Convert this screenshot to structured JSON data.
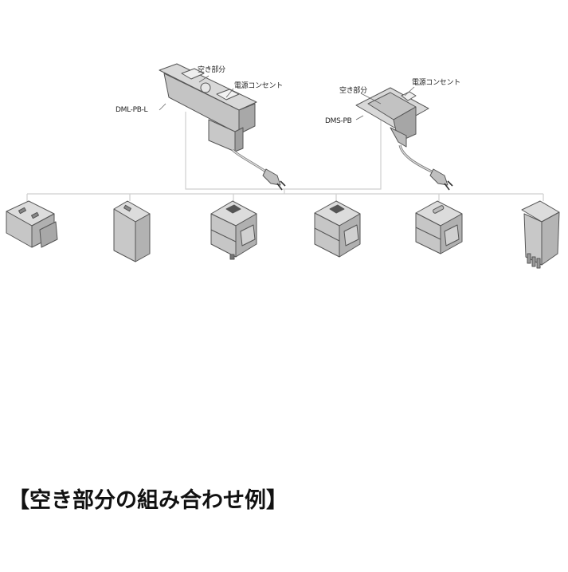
{
  "diagram": {
    "units": {
      "dml": {
        "model": "DML-PB-L",
        "label_empty": "空き部分",
        "label_outlet": "電源コンセント"
      },
      "dms": {
        "model": "DMS-PB",
        "label_empty": "空き部分",
        "label_outlet": "電源コンセント"
      }
    },
    "modules": [
      {
        "name": "module-1"
      },
      {
        "name": "module-2"
      },
      {
        "name": "module-3"
      },
      {
        "name": "module-4"
      },
      {
        "name": "module-5"
      },
      {
        "name": "module-6"
      }
    ],
    "colors": {
      "line": "#c8c8c8",
      "body_fill": "#d4d4d4",
      "body_dark": "#a9a9a9",
      "outline": "#555555"
    }
  },
  "caption": "【空き部分の組み合わせ例】"
}
